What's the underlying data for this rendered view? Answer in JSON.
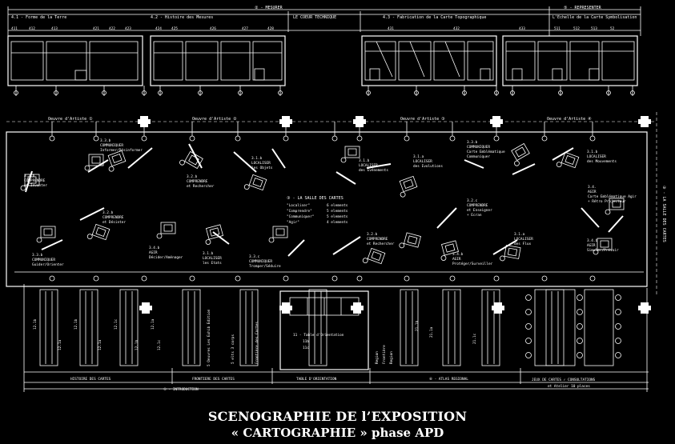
{
  "header": {
    "mesurer": "② - MESURER",
    "representer": "⑤ - REPRESENTER",
    "sections": [
      "4.1 - Forme de la Terre",
      "4.2 - Histoire des Mesures",
      "LE COEUR TECHNIQUE",
      "4.3 - Fabrication de la Carte Topographique",
      "L'Echelle de la Carte Symbolisation"
    ],
    "numbers": [
      "411",
      "412",
      "413",
      "421",
      "422",
      "423",
      "424",
      "425",
      "426",
      "427",
      "428",
      "431",
      "432",
      "433",
      "511",
      "512",
      "513",
      "52"
    ]
  },
  "oeuvres": [
    "Oeuvre d'Artiste ①",
    "Oeuvre d'Artiste ②",
    "Oeuvre d'Artiste ③",
    "Oeuvre d'Artiste ④"
  ],
  "stations": [
    {
      "code": "3.2.b",
      "lines": [
        "COMPRENDRE",
        "et Inventer"
      ]
    },
    {
      "code": "3.3.b",
      "lines": [
        "COMMUNIQUER",
        "Informer/Désinformer"
      ]
    },
    {
      "code": "3.2.b",
      "lines": [
        "COMPRENDRE",
        "et Désinter"
      ]
    },
    {
      "code": "3.3.b",
      "lines": [
        "COMMUNIQUER",
        "Guider/Orienter"
      ]
    },
    {
      "code": "3.2.b",
      "lines": [
        "COMPRENDRE",
        "et Rechercher"
      ]
    },
    {
      "code": "3.4.b",
      "lines": [
        "AGIR",
        "Décider/Aménager"
      ]
    },
    {
      "code": "3.1.b",
      "lines": [
        "LOCALISER",
        "les Objets"
      ]
    },
    {
      "code": "3.1.b",
      "lines": [
        "LOCALISER",
        "les Etats"
      ]
    },
    {
      "code": "3.3.c",
      "lines": [
        "COMMUNIQUER",
        "Tromper/Séduire"
      ]
    },
    {
      "code": "3.1.b",
      "lines": [
        "LOCALISER",
        "des Evénements"
      ]
    },
    {
      "code": "3.1.a",
      "lines": [
        "LOCALISER",
        "des Evolutions"
      ]
    },
    {
      "code": "3.2.b",
      "lines": [
        "COMPRENDRE",
        "et Rechercher"
      ]
    },
    {
      "code": "3.4.b",
      "lines": [
        "AGIR",
        "Protéger/Surveiller"
      ]
    },
    {
      "code": "3.3.b",
      "lines": [
        "COMMUNIQUER",
        "Carte Emblématique",
        "Communiquer"
      ]
    },
    {
      "code": "3.2.c",
      "lines": [
        "COMPRENDRE",
        "et Enseigner",
        "+ Ecran"
      ]
    },
    {
      "code": "3.1.a",
      "lines": [
        "LOCALISER",
        "des Flux"
      ]
    },
    {
      "code": "3.1.b",
      "lines": [
        "LOCALISER",
        "des Mouvements"
      ]
    },
    {
      "code": "3.4.",
      "lines": [
        "AGIR",
        "Carte Emblématique Agir",
        "+ Rétro Projecteur"
      ]
    },
    {
      "code": "3.4.b",
      "lines": [
        "AGIR",
        "Simuler/Prévoir"
      ]
    }
  ],
  "salle": {
    "title": "③ - LA SALLE DES CARTES",
    "rows": [
      {
        "label": "\"Localiser\"",
        "value": "6 elements"
      },
      {
        "label": "\"Comprendre\"",
        "value": "5 elements"
      },
      {
        "label": "\"Communiquer\"",
        "value": "5 elements"
      },
      {
        "label": "\"Agir\"",
        "value": "4 elements"
      }
    ]
  },
  "side_label": "③ - LA SALLE DES CARTES",
  "bottom": {
    "histoire": "HISTOIRE DES CARTES",
    "frontiere": "FRONTIERE DES CARTES",
    "table": "TABLE D'ORIENTATION",
    "atlas": "⑥ - ATLAS REGIONAL",
    "jeux": "JEUX DE CARTES ✓ CONSULTATIONS",
    "jeux2": "et Atelier 10 places",
    "introduction": "① - INTRODUCTION",
    "cinq": "5 Oeuvres Les Exhib Edition",
    "frontiere_v": "Frontière des Cartes",
    "cinq_v": "5 elts  3 corps",
    "table_lines": [
      "11 - Table d'Orientation",
      "11b",
      "11c"
    ],
    "region": [
      "Region",
      "Frontière",
      "Region"
    ],
    "vcodes_left": [
      "12.1b",
      "12.1a",
      "12.1b",
      "12.1a",
      "12.1c",
      "12.1b",
      "12.1a",
      "12.1c"
    ],
    "vcodes_atlas": [
      "21.1b",
      "21.1a",
      "21.1c"
    ]
  },
  "caption": {
    "line1": "SCENOGRAPHIE DE l’EXPOSITION",
    "line2": "« CARTOGRAPHIE »  phase APD"
  }
}
